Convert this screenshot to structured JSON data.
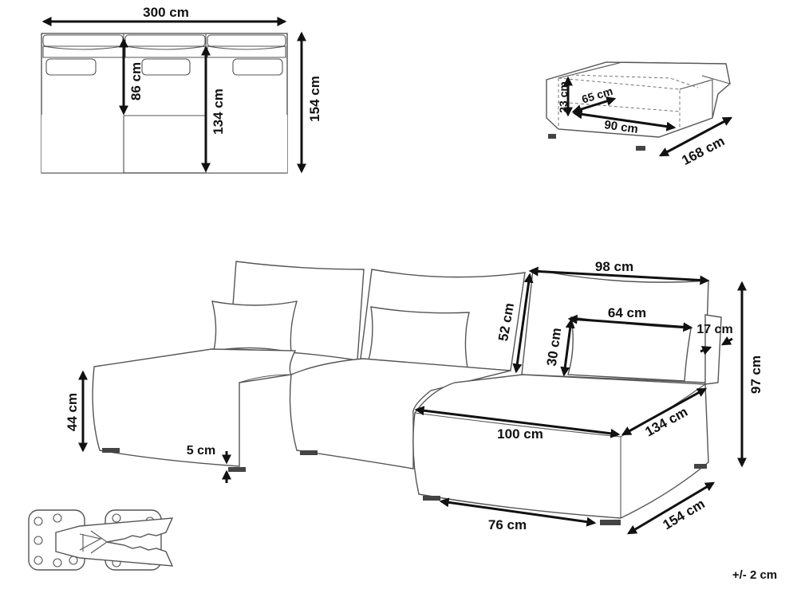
{
  "dimensions": {
    "top_width": "300 cm",
    "top_depth_seat": "86 cm",
    "top_depth_chaise": "134 cm",
    "top_total_depth": "154 cm",
    "ottoman_height": "23 cm",
    "ottoman_depth": "65 cm",
    "ottoman_width": "90 cm",
    "ottoman_total": "168 cm",
    "back_width": "98 cm",
    "back_height": "52 cm",
    "pillow_width": "64 cm",
    "pillow_height": "30 cm",
    "arm_width": "17 cm",
    "total_height": "97 cm",
    "seat_height": "44 cm",
    "leg_height": "5 cm",
    "chaise_width": "100 cm",
    "chaise_depth": "134 cm",
    "inner_width": "76 cm",
    "chaise_length": "154 cm"
  },
  "tolerance": "+/- 2 cm",
  "icons": [
    "dimension-arrow-icon",
    "connector-clip-icon"
  ]
}
